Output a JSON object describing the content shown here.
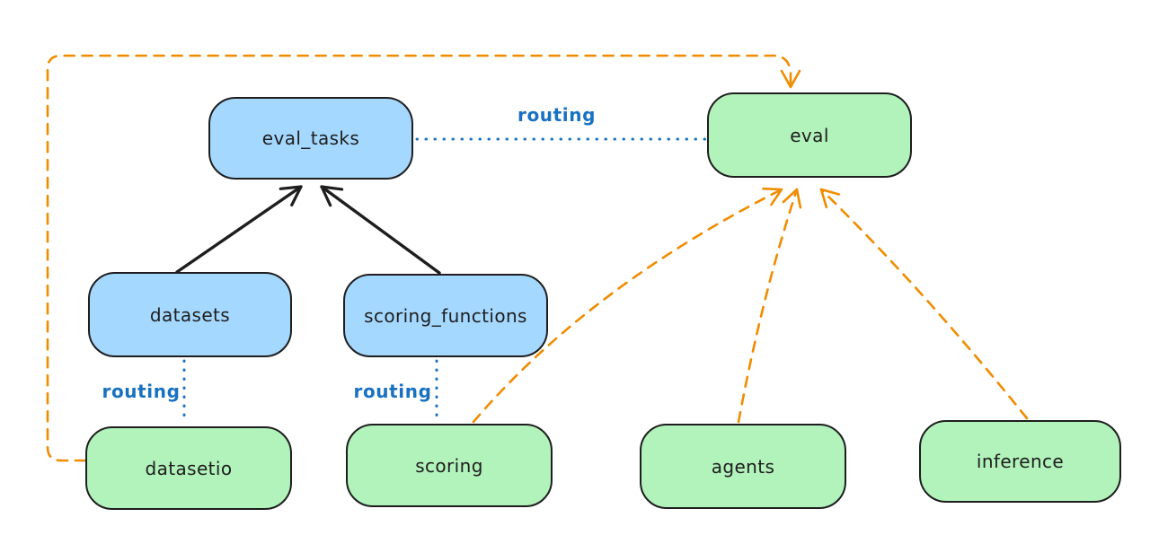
{
  "diagram": {
    "colors": {
      "background": "#ffffff",
      "blue_node_fill": "#a5d8ff",
      "green_node_fill": "#b2f2bb",
      "node_stroke": "#1e1e1e",
      "solid_arrow": "#1e1e1e",
      "routing_blue": "#1971c2",
      "provider_orange": "#f08c00"
    },
    "nodes": [
      {
        "id": "eval_tasks",
        "label": "eval_tasks",
        "fill": "blue"
      },
      {
        "id": "eval",
        "label": "eval",
        "fill": "green"
      },
      {
        "id": "datasets",
        "label": "datasets",
        "fill": "blue"
      },
      {
        "id": "scoring_functions",
        "label": "scoring_functions",
        "fill": "blue"
      },
      {
        "id": "datasetio",
        "label": "datasetio",
        "fill": "green"
      },
      {
        "id": "scoring",
        "label": "scoring",
        "fill": "green"
      },
      {
        "id": "agents",
        "label": "agents",
        "fill": "green"
      },
      {
        "id": "inference",
        "label": "inference",
        "fill": "green"
      }
    ],
    "edges": [
      {
        "from": "datasets",
        "to": "eval_tasks",
        "style": "solid-black-arrow"
      },
      {
        "from": "scoring_functions",
        "to": "eval_tasks",
        "style": "solid-black-arrow"
      },
      {
        "from": "eval_tasks",
        "to": "eval",
        "style": "dotted-blue",
        "label": "routing"
      },
      {
        "from": "datasets",
        "to": "datasetio",
        "style": "dotted-blue",
        "label": "routing"
      },
      {
        "from": "scoring_functions",
        "to": "scoring",
        "style": "dotted-blue",
        "label": "routing"
      },
      {
        "from": "datasetio",
        "to": "eval",
        "style": "dashed-orange-arrow"
      },
      {
        "from": "scoring",
        "to": "eval",
        "style": "dashed-orange-arrow"
      },
      {
        "from": "agents",
        "to": "eval",
        "style": "dashed-orange-arrow"
      },
      {
        "from": "inference",
        "to": "eval",
        "style": "dashed-orange-arrow"
      }
    ]
  }
}
